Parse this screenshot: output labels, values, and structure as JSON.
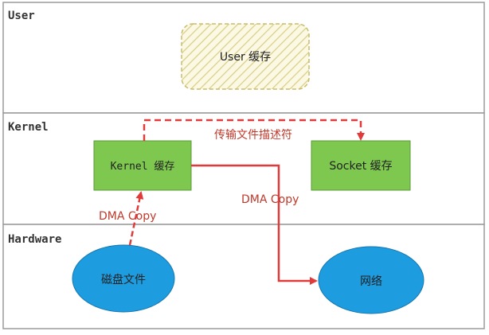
{
  "lanes": {
    "user": "User",
    "kernel": "Kernel",
    "hardware": "Hardware"
  },
  "nodes": {
    "user_cache": "User 缓存",
    "kernel_cache": "Kernel 缓存",
    "socket_cache": "Socket 缓存",
    "disk_file": "磁盘文件",
    "network": "网络"
  },
  "edges": {
    "descriptor_label": "传输文件描述符",
    "dma_copy_left": "DMA Copy",
    "dma_copy_right": "DMA Copy"
  },
  "colors": {
    "arrow": "#e03a3a",
    "kernel_green": "#7ec850",
    "hardware_blue": "#1e9ce0",
    "user_hatch": "#f5f0c8",
    "lane_border": "#9a9a9a"
  }
}
